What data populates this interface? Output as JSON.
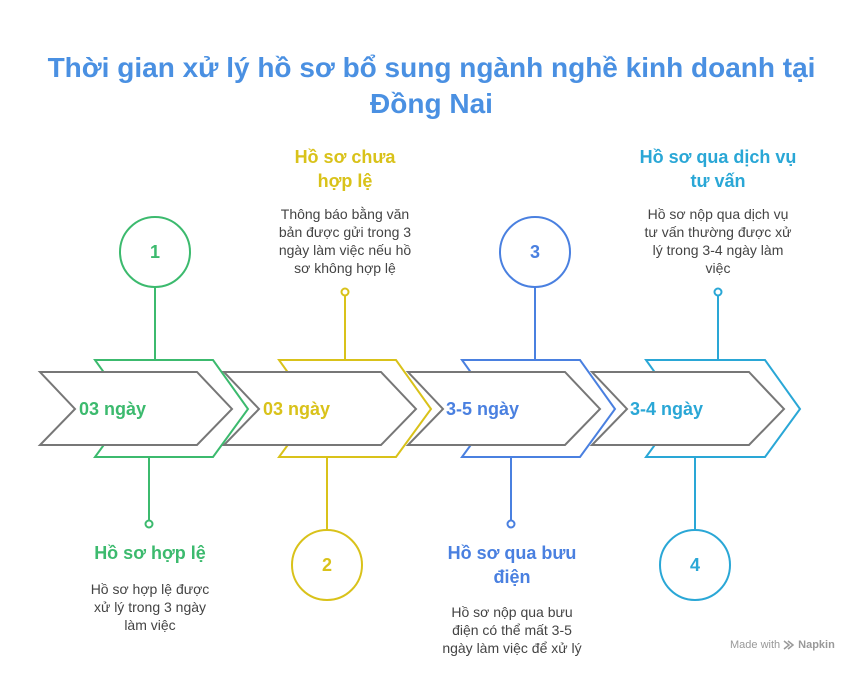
{
  "title": "Thời gian xử lý hồ sơ bổ sung ngành nghề kinh doanh tại Đồng Nai",
  "colors": {
    "step1": "#3cba6e",
    "step2": "#d9c21a",
    "step3": "#4a80e0",
    "step4": "#2aa7d6",
    "arrow_gray": "#777777"
  },
  "steps": [
    {
      "number": "1",
      "duration": "03 ngày",
      "heading": "Hồ sơ hợp lệ",
      "description": "Hồ sơ hợp lệ được xử lý trong 3 ngày làm việc"
    },
    {
      "number": "2",
      "duration": "03 ngày",
      "heading": "Hồ sơ chưa hợp lệ",
      "description": "Thông báo bằng văn bản được gửi trong 3 ngày làm việc nếu hồ sơ không hợp lệ"
    },
    {
      "number": "3",
      "duration": "3-5 ngày",
      "heading": "Hồ sơ qua bưu điện",
      "description": "Hồ sơ nộp qua bưu điện có thể mất 3-5 ngày làm việc để xử lý"
    },
    {
      "number": "4",
      "duration": "3-4 ngày",
      "heading": "Hồ sơ qua dịch vụ tư vấn",
      "description": "Hồ sơ nộp qua dịch vụ tư vấn thường được xử lý trong 3-4 ngày làm việc"
    }
  ],
  "footer": {
    "made_with": "Made with",
    "brand": "Napkin",
    "logo_icon": "napkin-logo-icon"
  }
}
